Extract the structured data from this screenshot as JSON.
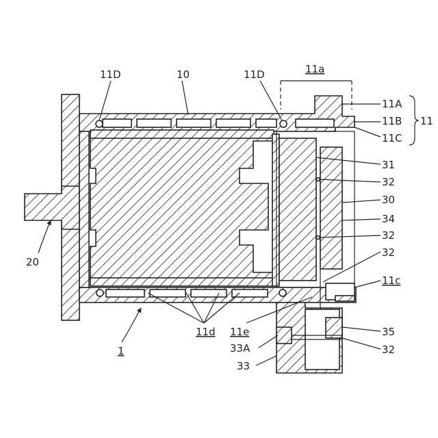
{
  "labels": {
    "l11D_a": "11D",
    "l10": "10",
    "l11D_b": "11D",
    "l11a": "11a",
    "l11A": "11A",
    "l11B": "11B",
    "l11C": "11C",
    "l11": "11",
    "l31": "31",
    "l32_a": "32",
    "l30": "30",
    "l34": "34",
    "l32_b": "32",
    "l32_c": "32",
    "l11c": "11c",
    "l35": "35",
    "l32_d": "32",
    "l11d": "11d",
    "l11e": "11e",
    "l33A": "33A",
    "l33": "33",
    "l1": "1",
    "l20": "20"
  }
}
